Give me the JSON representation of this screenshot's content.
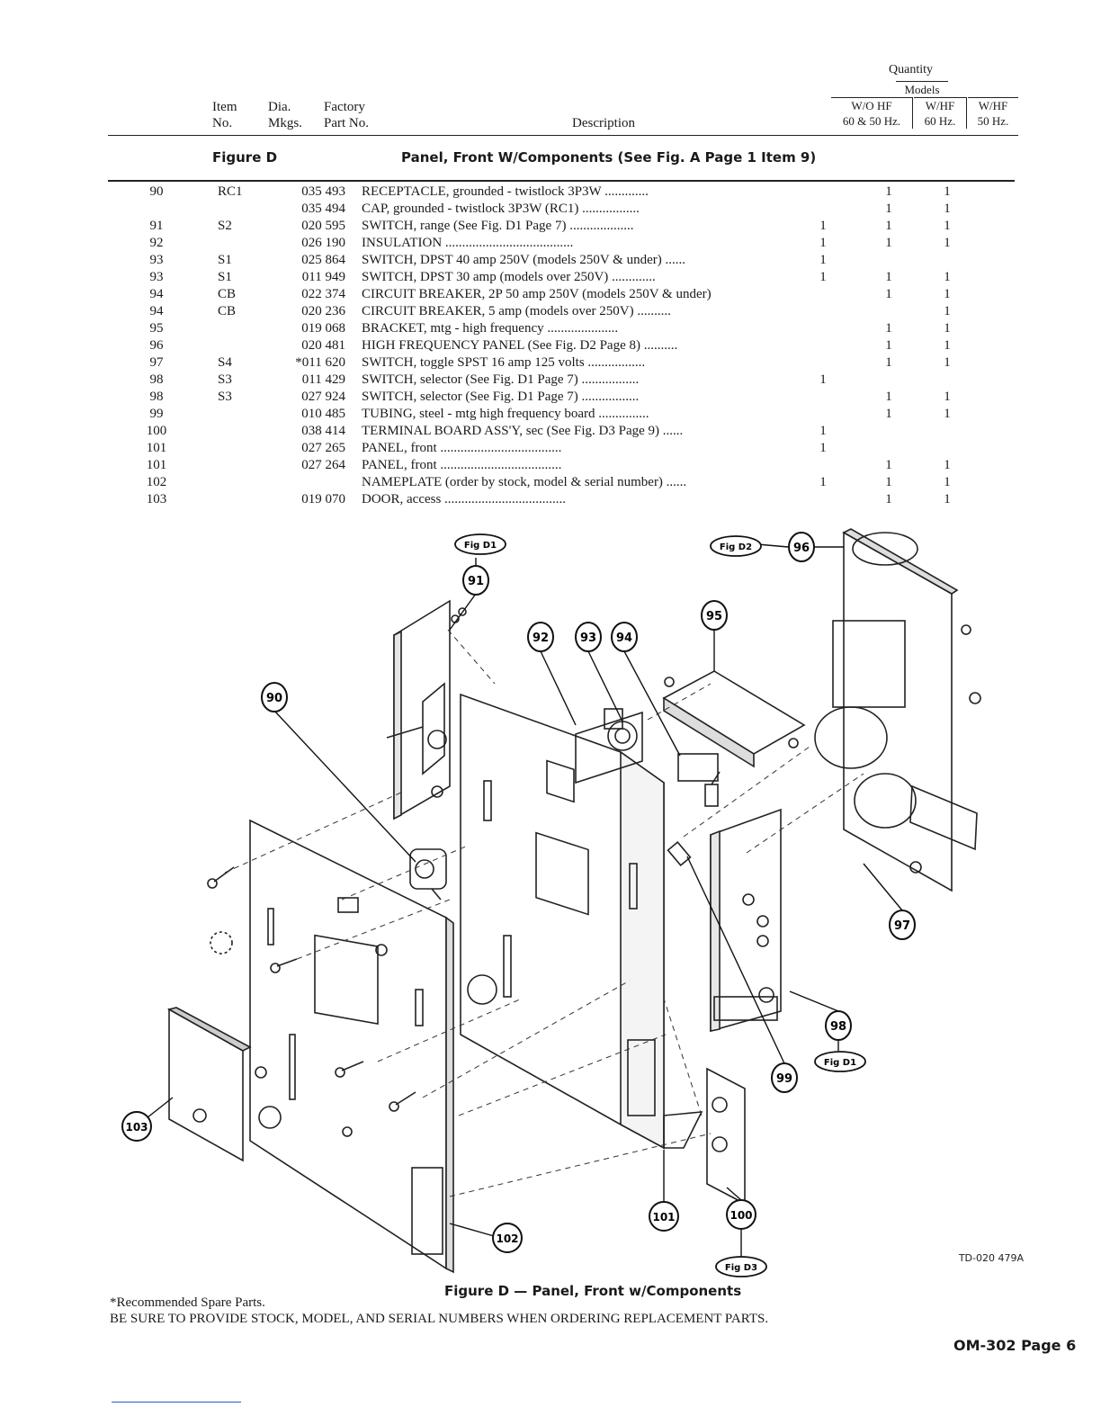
{
  "header": {
    "item_no": [
      "Item",
      "No."
    ],
    "dia_mkgs": [
      "Dia.",
      "Mkgs."
    ],
    "factory_part": [
      "Factory",
      "Part No."
    ],
    "description": "Description",
    "quantity": "Quantity",
    "models": "Models",
    "qty_cols": [
      [
        "W/O HF",
        "60 & 50 Hz."
      ],
      [
        "W/HF",
        "60 Hz."
      ],
      [
        "W/HF",
        "50 Hz."
      ]
    ]
  },
  "figure_row": {
    "figure": "Figure D",
    "title": "Panel, Front W/Components (See Fig. A Page 1 Item 9)"
  },
  "parts": [
    {
      "item": "90",
      "dia": "RC1",
      "part": "035 493",
      "desc": "RECEPTACLE, grounded - twistlock 3P3W  .............",
      "q1": "",
      "q2": "1",
      "q3": "1"
    },
    {
      "item": "",
      "dia": "",
      "part": "035 494",
      "desc": "CAP, grounded - twistlock 3P3W (RC1) .................",
      "q1": "",
      "q2": "1",
      "q3": "1"
    },
    {
      "item": "91",
      "dia": "S2",
      "part": "020 595",
      "desc": "SWITCH, range (See Fig. D1 Page 7)  ...................",
      "q1": "1",
      "q2": "1",
      "q3": "1"
    },
    {
      "item": "92",
      "dia": "",
      "part": "026 190",
      "desc": "INSULATION ......................................",
      "q1": "1",
      "q2": "1",
      "q3": "1"
    },
    {
      "item": "93",
      "dia": "S1",
      "part": "025 864",
      "desc": "SWITCH, DPST 40 amp 250V (models 250V & under)  ......",
      "q1": "1",
      "q2": "",
      "q3": ""
    },
    {
      "item": "93",
      "dia": "S1",
      "part": "011 949",
      "desc": "SWITCH, DPST 30 amp (models over 250V)  .............",
      "q1": "1",
      "q2": "1",
      "q3": "1"
    },
    {
      "item": "94",
      "dia": "CB",
      "part": "022 374",
      "desc": "CIRCUIT BREAKER, 2P 50 amp 250V (models 250V & under)",
      "q1": "",
      "q2": "1",
      "q3": "1"
    },
    {
      "item": "94",
      "dia": "CB",
      "part": "020 236",
      "desc": "CIRCUIT BREAKER, 5 amp (models over 250V)  ..........",
      "q1": "",
      "q2": "",
      "q3": "1"
    },
    {
      "item": "95",
      "dia": "",
      "part": "019 068",
      "desc": "BRACKET, mtg - high frequency  .....................",
      "q1": "",
      "q2": "1",
      "q3": "1"
    },
    {
      "item": "96",
      "dia": "",
      "part": "020 481",
      "desc": "HIGH FREQUENCY PANEL (See Fig. D2 Page 8) ..........",
      "q1": "",
      "q2": "1",
      "q3": "1"
    },
    {
      "item": "97",
      "dia": "S4",
      "part": "*011 620",
      "desc": "SWITCH, toggle SPST 16 amp 125 volts .................",
      "q1": "",
      "q2": "1",
      "q3": "1"
    },
    {
      "item": "98",
      "dia": "S3",
      "part": "011 429",
      "desc": "SWITCH, selector (See Fig. D1 Page 7)  .................",
      "q1": "1",
      "q2": "",
      "q3": ""
    },
    {
      "item": "98",
      "dia": "S3",
      "part": "027 924",
      "desc": "SWITCH, selector (See Fig. D1 Page 7)  .................",
      "q1": "",
      "q2": "1",
      "q3": "1"
    },
    {
      "item": "99",
      "dia": "",
      "part": "010 485",
      "desc": "TUBING, steel - mtg high frequency board ...............",
      "q1": "",
      "q2": "1",
      "q3": "1"
    },
    {
      "item": "100",
      "dia": "",
      "part": "038 414",
      "desc": "TERMINAL BOARD ASS'Y, sec (See Fig. D3 Page 9)  ......",
      "q1": "1",
      "q2": "",
      "q3": ""
    },
    {
      "item": "101",
      "dia": "",
      "part": "027 265",
      "desc": "PANEL, front ....................................",
      "q1": "1",
      "q2": "",
      "q3": ""
    },
    {
      "item": "101",
      "dia": "",
      "part": "027 264",
      "desc": "PANEL, front ....................................",
      "q1": "",
      "q2": "1",
      "q3": "1"
    },
    {
      "item": "102",
      "dia": "",
      "part": "",
      "desc": "NAMEPLATE (order by stock, model & serial number) ......",
      "q1": "1",
      "q2": "1",
      "q3": "1"
    },
    {
      "item": "103",
      "dia": "",
      "part": "019 070",
      "desc": "DOOR, access ....................................",
      "q1": "",
      "q2": "1",
      "q3": "1"
    }
  ],
  "diagram": {
    "callouts": [
      "90",
      "91",
      "92",
      "93",
      "94",
      "95",
      "96",
      "97",
      "98",
      "99",
      "100",
      "101",
      "102",
      "103"
    ],
    "fig_refs": {
      "d1_top": "Fig D1",
      "d2": "Fig D2",
      "d1_bottom": "Fig D1",
      "d3": "Fig D3"
    },
    "drawing_no": "TD-020 479A",
    "caption": "Figure D — Panel, Front w/Components"
  },
  "footer": {
    "spare_note": "*Recommended Spare Parts.",
    "order_note": "BE SURE TO PROVIDE STOCK, MODEL, AND SERIAL NUMBERS WHEN ORDERING REPLACEMENT PARTS.",
    "page": "OM-302 Page 6"
  }
}
